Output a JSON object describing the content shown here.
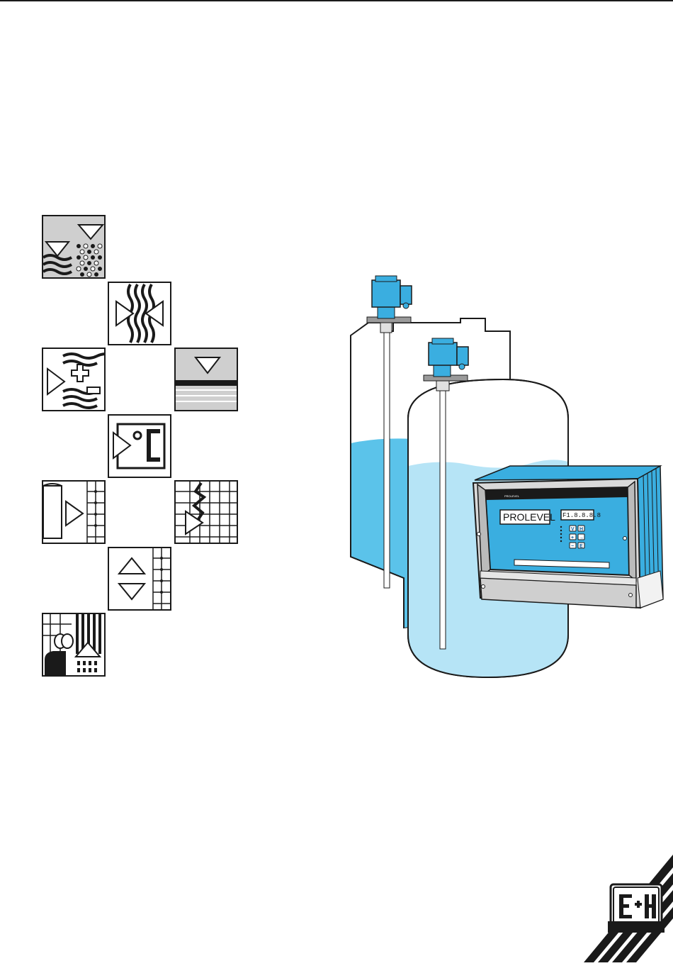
{
  "page": {
    "top_rule": true
  },
  "tiles": [
    {
      "icon": "level-powder-icon"
    },
    {
      "icon": "flow-wave-icon"
    },
    {
      "icon": "analysis-icon"
    },
    {
      "icon": "interface-level-icon"
    },
    {
      "icon": "temperature-icon"
    },
    {
      "icon": "signal-processing-icon"
    },
    {
      "icon": "recorder-icon"
    },
    {
      "icon": "limit-switch-icon"
    },
    {
      "icon": "system-service-icon"
    }
  ],
  "illustration": {
    "device_brand": "PROLEVEL",
    "display_readout": "F1.8.8.8.8",
    "keys": [
      "V",
      "H",
      "+",
      "→",
      "−",
      "E"
    ],
    "colors": {
      "liquid": "#5bc3ea",
      "liquid_light": "#b6e4f6",
      "device_blue": "#3aaee0",
      "housing_grey": "#d9d9d9"
    }
  },
  "logo": {
    "letters": "E+H",
    "icon": "endress-hauser-logo"
  }
}
